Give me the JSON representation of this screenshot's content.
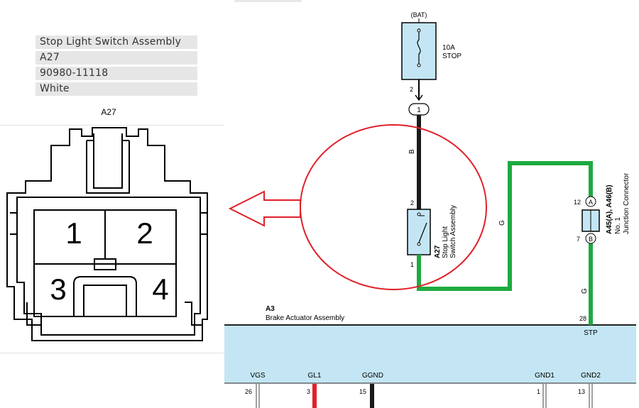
{
  "connector_info": {
    "rows": [
      "Stop Light Switch Assembly",
      "A27",
      "90980-11118",
      "White"
    ]
  },
  "connector_view": {
    "label": "A27",
    "pins": [
      "1",
      "2",
      "3",
      "4"
    ]
  },
  "fuse": {
    "supply": "(BAT)",
    "rating": "10A",
    "name": "STOP",
    "pin": "2",
    "joint": "1"
  },
  "wires": {
    "black": "B",
    "green_top": "G",
    "green_right": "G"
  },
  "switch": {
    "pin_top": "2",
    "pin_bottom": "1",
    "code": "A27",
    "name_line1": "Stop Light",
    "name_line2": "Switch Assembly"
  },
  "junction": {
    "pin_a": "12",
    "badge_a": "A",
    "pin_b": "7",
    "badge_b": "B",
    "code": "A45(A), A46(B)",
    "name_line1": "No. 1",
    "name_line2": "Junction Connector"
  },
  "actuator": {
    "code": "A3",
    "name": "Brake Actuator Assembly",
    "stp_pin": "28",
    "stp_label": "STP",
    "terminals": [
      {
        "name": "VGS",
        "pin": "26"
      },
      {
        "name": "GL1",
        "pin": "3"
      },
      {
        "name": "GGND",
        "pin": "15"
      },
      {
        "name": "GND1",
        "pin": "1"
      },
      {
        "name": "GND2",
        "pin": "13"
      }
    ]
  },
  "colors": {
    "green_wire": "#1eaa40",
    "black_wire": "#1a1a1a",
    "highlight_circle": "#e0202a",
    "component_fill": "#c4e6f4",
    "red_wire": "#e0202a"
  }
}
